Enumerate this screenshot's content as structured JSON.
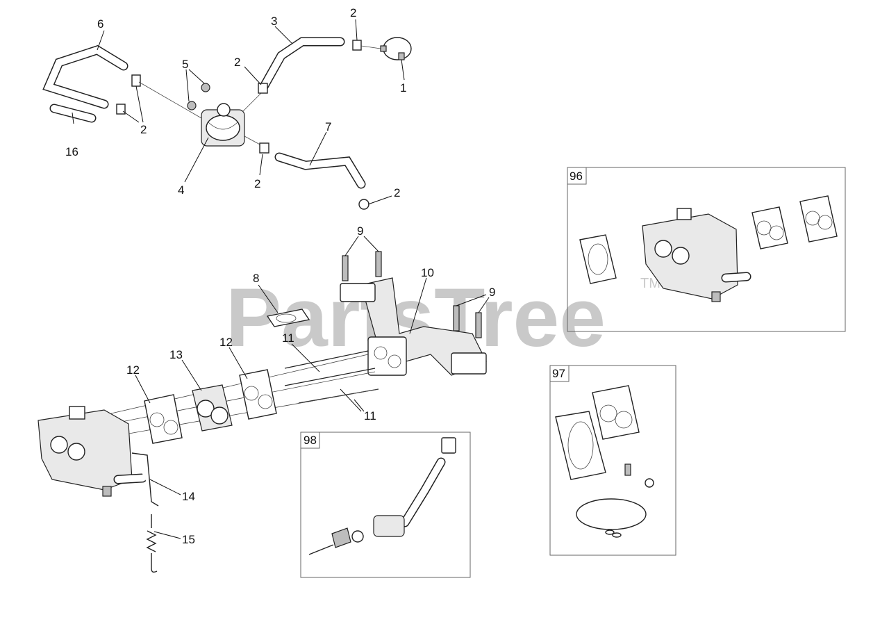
{
  "watermark": {
    "text": "PartsTree",
    "tm": "TM"
  },
  "callouts": [
    {
      "id": "c1",
      "num": "1"
    },
    {
      "id": "c2a",
      "num": "2"
    },
    {
      "id": "c2b",
      "num": "2"
    },
    {
      "id": "c2c",
      "num": "2"
    },
    {
      "id": "c2d",
      "num": "2"
    },
    {
      "id": "c2e",
      "num": "2"
    },
    {
      "id": "c3",
      "num": "3"
    },
    {
      "id": "c4",
      "num": "4"
    },
    {
      "id": "c5",
      "num": "5"
    },
    {
      "id": "c6",
      "num": "6"
    },
    {
      "id": "c7",
      "num": "7"
    },
    {
      "id": "c8",
      "num": "8"
    },
    {
      "id": "c9a",
      "num": "9"
    },
    {
      "id": "c9b",
      "num": "9"
    },
    {
      "id": "c10",
      "num": "10"
    },
    {
      "id": "c11a",
      "num": "11"
    },
    {
      "id": "c11b",
      "num": "11"
    },
    {
      "id": "c12a",
      "num": "12"
    },
    {
      "id": "c12b",
      "num": "12"
    },
    {
      "id": "c13",
      "num": "13"
    },
    {
      "id": "c14",
      "num": "14"
    },
    {
      "id": "c15",
      "num": "15"
    },
    {
      "id": "c16",
      "num": "16"
    }
  ],
  "kits": [
    {
      "id": "k96",
      "num": "96"
    },
    {
      "id": "k97",
      "num": "97"
    },
    {
      "id": "k98",
      "num": "98"
    }
  ]
}
